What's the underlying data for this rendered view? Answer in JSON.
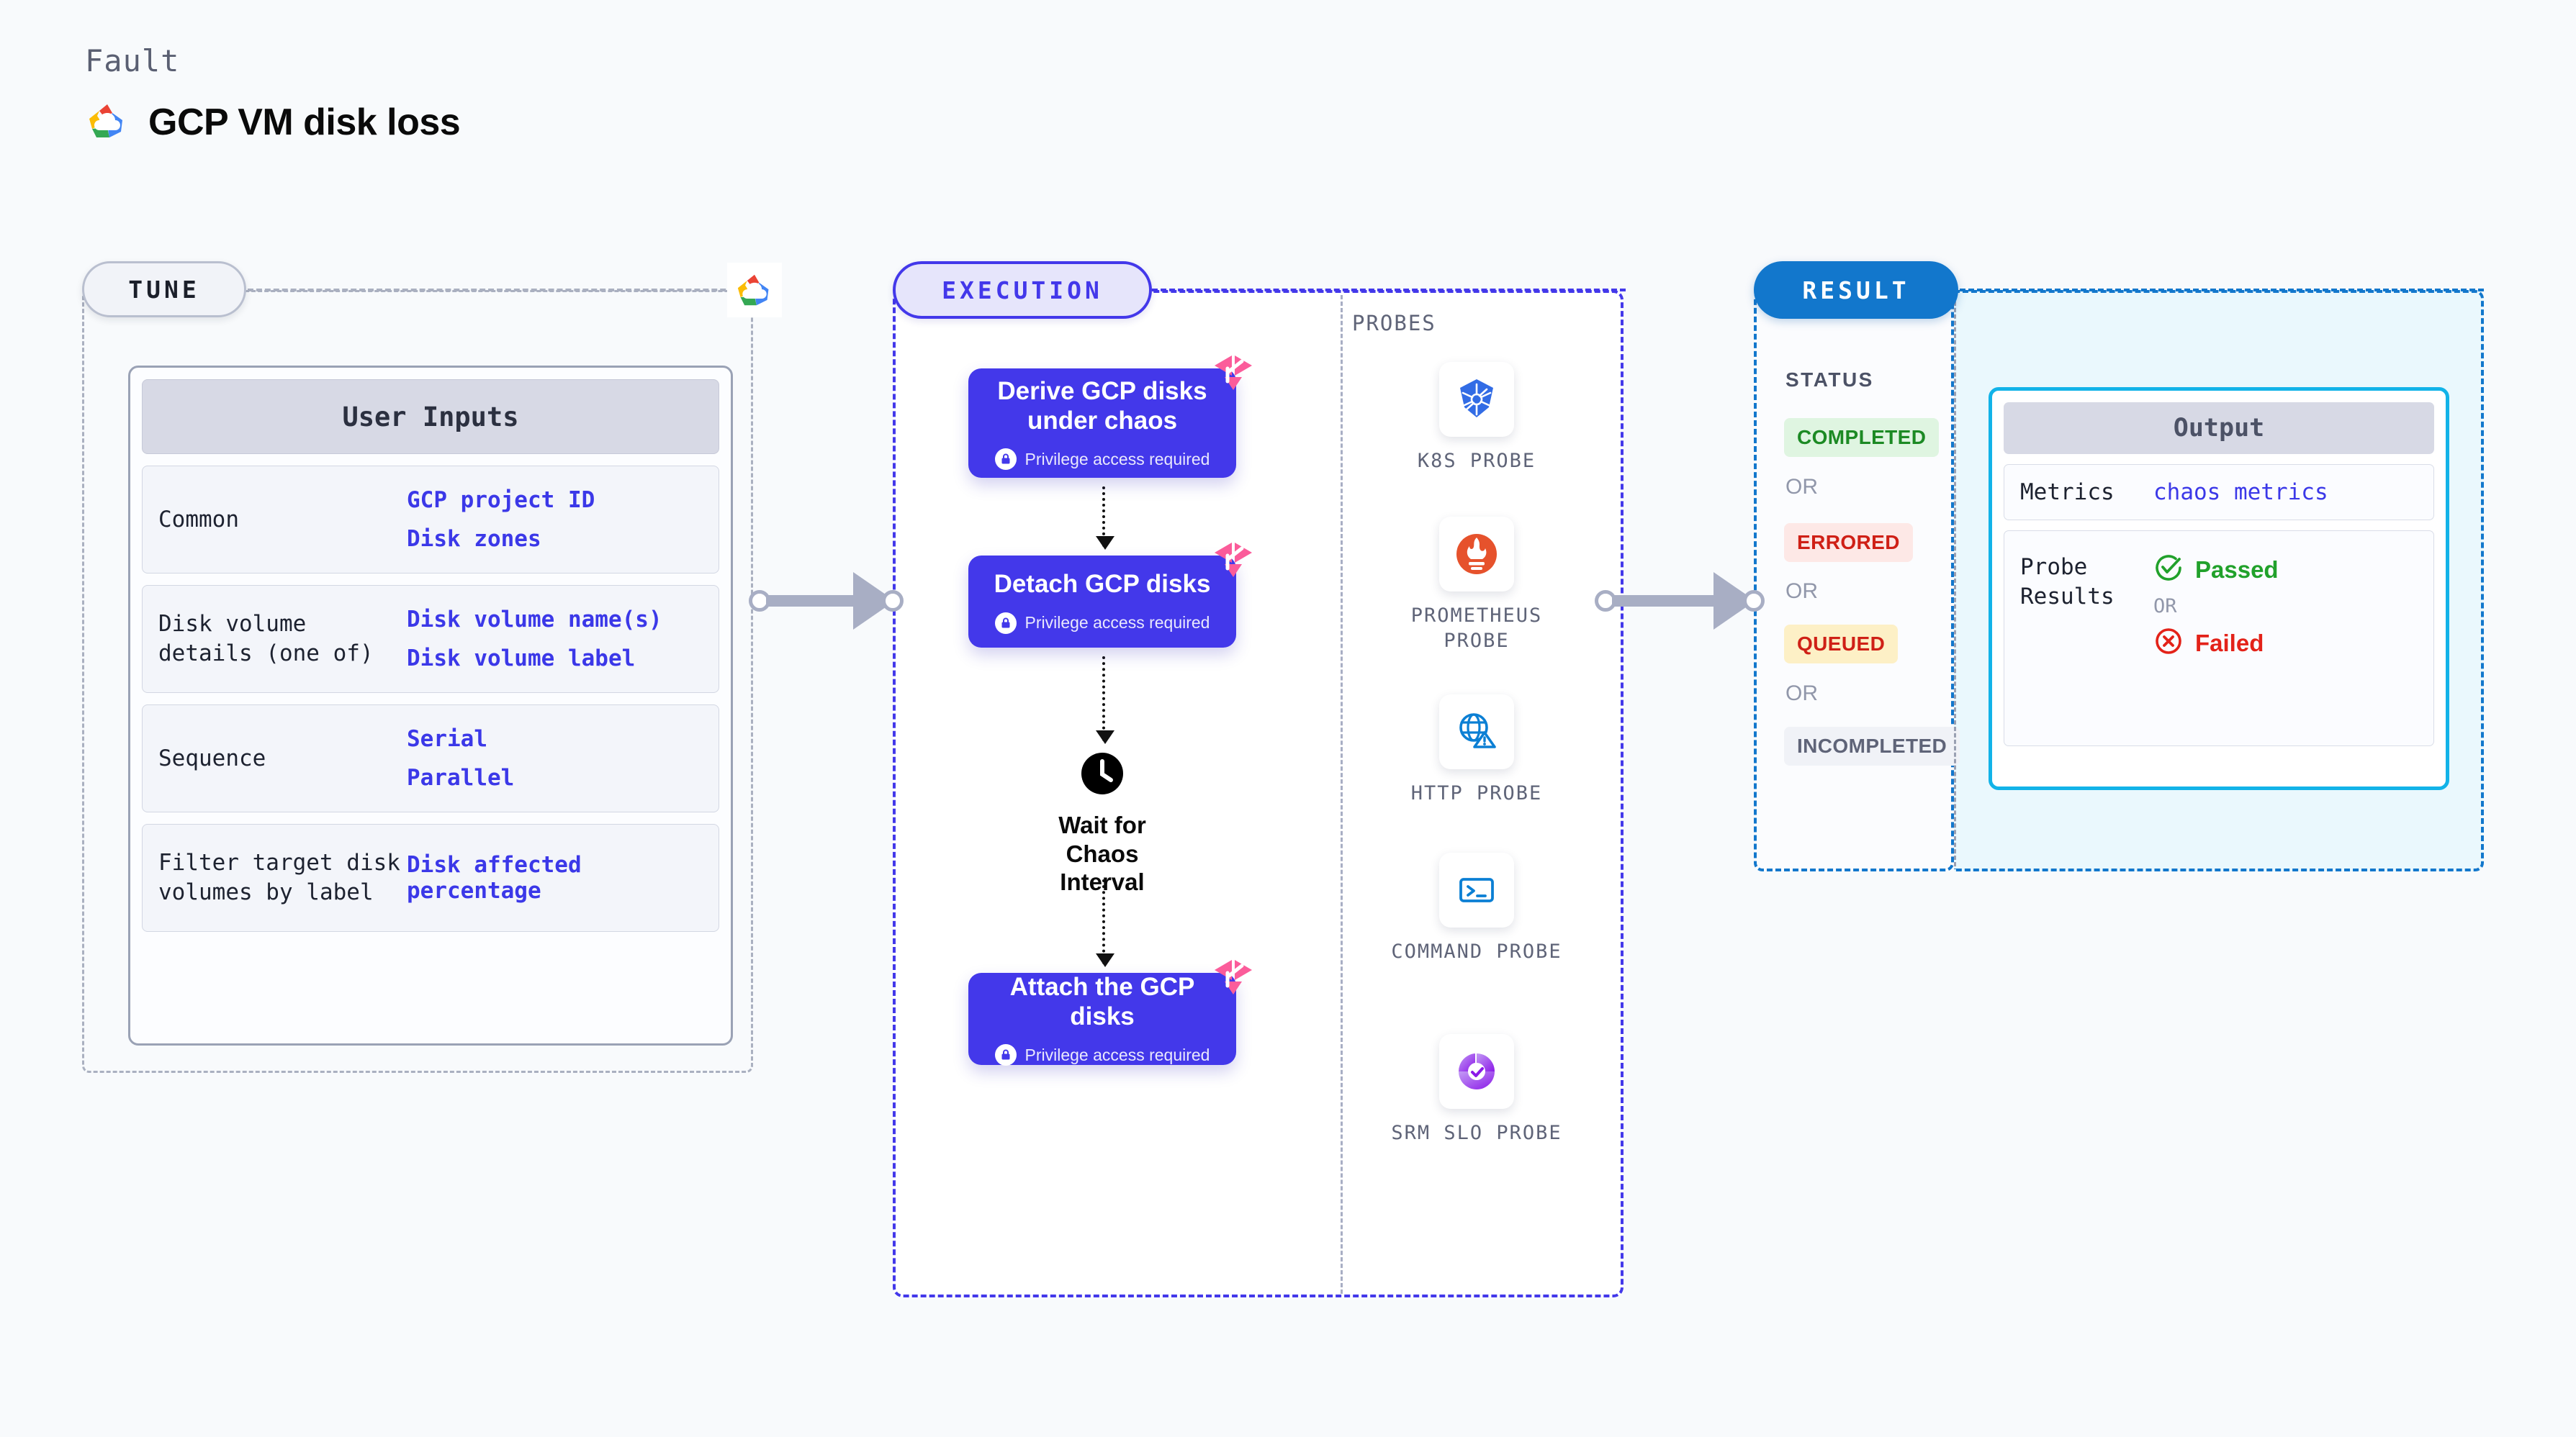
{
  "header": {
    "kicker": "Fault",
    "title": "GCP VM disk loss",
    "logo_icon": "gcp-cloud-logo"
  },
  "tune": {
    "pill_label": "TUNE",
    "provider_icon": "gcp-cloud-logo",
    "card_title": "User Inputs",
    "rows": [
      {
        "key": "Common",
        "values": [
          "GCP project ID",
          "Disk zones"
        ]
      },
      {
        "key": "Disk volume details (one of)",
        "values": [
          "Disk volume name(s)",
          "Disk volume label"
        ]
      },
      {
        "key": "Sequence",
        "values": [
          "Serial",
          "Parallel"
        ]
      },
      {
        "key": "Filter target disk volumes by label",
        "values": [
          "Disk affected percentage"
        ]
      }
    ]
  },
  "execution": {
    "pill_label": "EXECUTION",
    "privilege_note": "Privilege access required",
    "nodes": [
      {
        "title": "Derive GCP disks under chaos",
        "badge_icon": "litmus-logo",
        "lock_icon": "lock-icon"
      },
      {
        "title": "Detach GCP disks",
        "badge_icon": "litmus-logo",
        "lock_icon": "lock-icon"
      },
      {
        "title": "Attach the GCP disks",
        "badge_icon": "litmus-logo",
        "lock_icon": "lock-icon"
      }
    ],
    "wait": {
      "label": "Wait for Chaos Interval",
      "icon": "clock-icon"
    }
  },
  "probes": {
    "label": "PROBES",
    "items": [
      {
        "name": "K8S PROBE",
        "icon": "kubernetes-icon"
      },
      {
        "name": "PROMETHEUS PROBE",
        "icon": "prometheus-icon"
      },
      {
        "name": "HTTP PROBE",
        "icon": "http-globe-icon"
      },
      {
        "name": "COMMAND PROBE",
        "icon": "terminal-icon"
      },
      {
        "name": "SRM SLO PROBE",
        "icon": "srm-slo-icon"
      }
    ]
  },
  "result": {
    "pill_label": "RESULT",
    "status_label": "STATUS",
    "or_label": "OR",
    "statuses": [
      {
        "label": "COMPLETED",
        "bg": "#dff5e1",
        "fg": "#1c8a24"
      },
      {
        "label": "ERRORED",
        "bg": "#fde8e6",
        "fg": "#cf2016"
      },
      {
        "label": "QUEUED",
        "bg": "#fdf0c6",
        "fg": "#cf2016"
      },
      {
        "label": "INCOMPLETED",
        "bg": "#f0f2f7",
        "fg": "#5f6478"
      }
    ],
    "output": {
      "title": "Output",
      "metrics_key": "Metrics",
      "metrics_value": "chaos metrics",
      "probe_key": "Probe Results",
      "or_label": "OR",
      "passed": {
        "label": "Passed",
        "icon": "check-circle-icon",
        "color": "#21a12b"
      },
      "failed": {
        "label": "Failed",
        "icon": "x-circle-icon",
        "color": "#e32219"
      }
    }
  },
  "colors": {
    "accent_purple": "#4338ea",
    "accent_blue": "#1277cc",
    "accent_cyan": "#12b3e8",
    "litmus_pink": "#fb5c9a",
    "mono_blue": "#3b38e8"
  }
}
